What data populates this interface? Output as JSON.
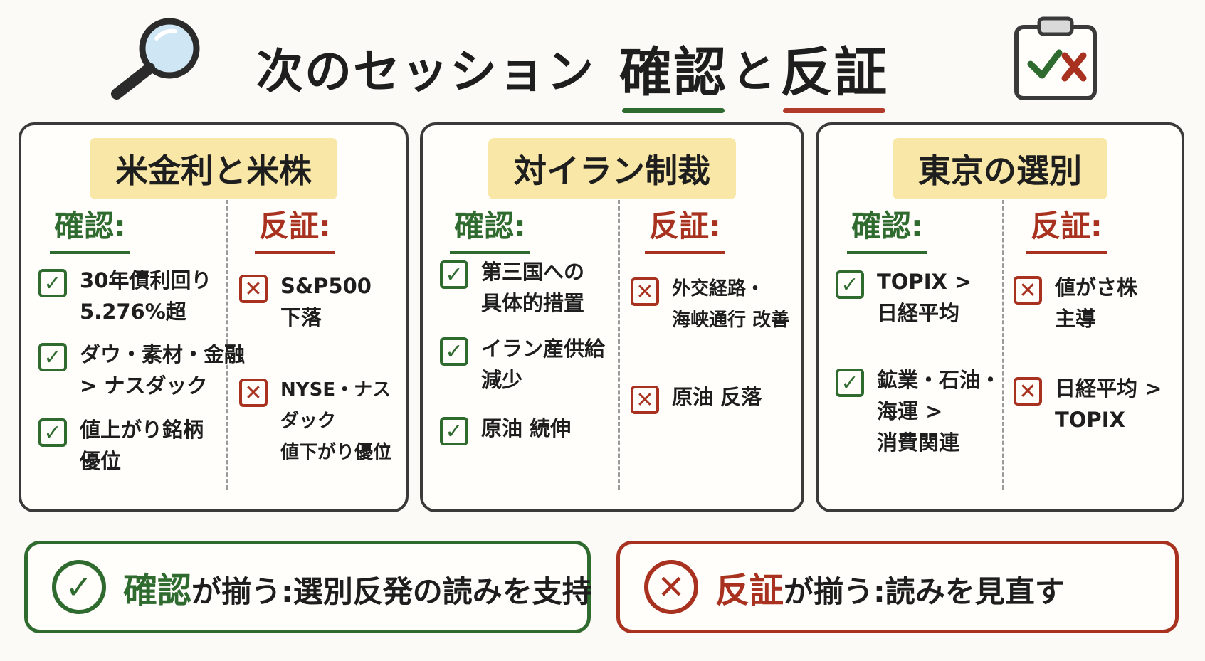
{
  "header": {
    "title_part1": "次のセッション",
    "title_confirm": "確認",
    "title_and": "と",
    "title_refute": "反証"
  },
  "icons": {
    "left": "magnifying-glass-icon",
    "right": "clipboard-check-cross-icon"
  },
  "labels": {
    "confirm": "確認:",
    "refute": "反証:"
  },
  "cards": [
    {
      "title": "米金利と米株",
      "confirm": [
        "30年債利回り\n5.276%超",
        "ダウ・素材・金融\n> ナスダック",
        "値上がり銘柄\n優位"
      ],
      "refute": [
        "S&P500\n下落",
        "NYSE・ナスダック\n値下がり優位"
      ]
    },
    {
      "title": "対イラン制裁",
      "confirm": [
        "第三国への\n具体的措置",
        "イラン産供給\n減少",
        "原油 続伸"
      ],
      "refute": [
        "外交経路・\n海峡通行 改善",
        "原油 反落"
      ]
    },
    {
      "title": "東京の選別",
      "confirm": [
        "TOPIX >\n日経平均",
        "鉱業・石油・\n海運 >\n消費関連"
      ],
      "refute": [
        "値がさ株\n主導",
        "日経平均 >\nTOPIX"
      ]
    }
  ],
  "summary": {
    "confirm_key": "確認",
    "confirm_rest": "が揃う:選別反発の読みを支持",
    "refute_key": "反証",
    "refute_rest": "が揃う:読みを見直す"
  },
  "colors": {
    "green": "#2f6b2f",
    "red": "#a8321f",
    "highlight": "#f8e7a6",
    "border": "#3a3a3a"
  }
}
